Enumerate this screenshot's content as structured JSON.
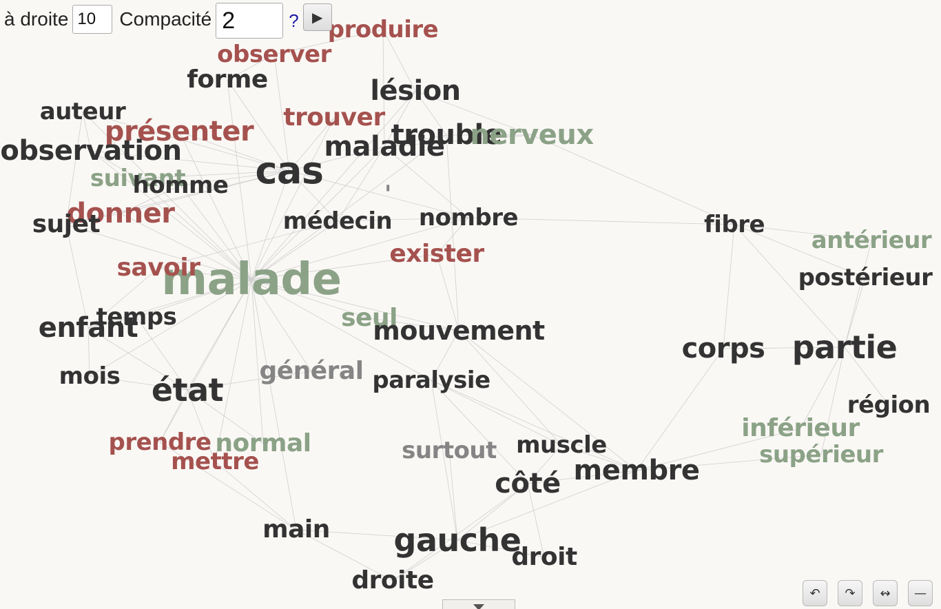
{
  "toolbar": {
    "right_label": "à droite",
    "right_value": "10",
    "compactness_label": "Compacité",
    "compactness_value": "2",
    "help_label": "?",
    "play_label": "▶"
  },
  "colors": {
    "noun": "#333333",
    "verb": "#a5524f",
    "adjective": "#8ba287",
    "adverb": "#858585",
    "edge": "#cfcfcf"
  },
  "words": [
    {
      "text": "malade",
      "size": 64,
      "pos": "adjective"
    },
    {
      "text": "cas",
      "size": 54,
      "pos": "noun"
    },
    {
      "text": "maladie",
      "size": 40,
      "pos": "noun"
    },
    {
      "text": "lésion",
      "size": 40,
      "pos": "noun"
    },
    {
      "text": "trouble",
      "size": 40,
      "pos": "noun"
    },
    {
      "text": "nerveux",
      "size": 40,
      "pos": "adjective"
    },
    {
      "text": "produire",
      "size": 34,
      "pos": "verb"
    },
    {
      "text": "observer",
      "size": 34,
      "pos": "verb"
    },
    {
      "text": "forme",
      "size": 36,
      "pos": "noun"
    },
    {
      "text": "auteur",
      "size": 34,
      "pos": "noun"
    },
    {
      "text": "présenter",
      "size": 40,
      "pos": "verb"
    },
    {
      "text": "trouver",
      "size": 36,
      "pos": "verb"
    },
    {
      "text": "observation",
      "size": 40,
      "pos": "noun"
    },
    {
      "text": "suivant",
      "size": 34,
      "pos": "adjective"
    },
    {
      "text": "homme",
      "size": 34,
      "pos": "noun"
    },
    {
      "text": "donner",
      "size": 40,
      "pos": "verb"
    },
    {
      "text": "sujet",
      "size": 36,
      "pos": "noun"
    },
    {
      "text": "médecin",
      "size": 34,
      "pos": "noun"
    },
    {
      "text": "nombre",
      "size": 34,
      "pos": "noun"
    },
    {
      "text": "'",
      "size": 34,
      "pos": "adverb"
    },
    {
      "text": "fibre",
      "size": 34,
      "pos": "noun"
    },
    {
      "text": "antérieur",
      "size": 34,
      "pos": "adjective"
    },
    {
      "text": "postérieur",
      "size": 34,
      "pos": "noun"
    },
    {
      "text": "exister",
      "size": 36,
      "pos": "verb"
    },
    {
      "text": "savoir",
      "size": 36,
      "pos": "verb"
    },
    {
      "text": "temps",
      "size": 34,
      "pos": "noun"
    },
    {
      "text": "enfant",
      "size": 40,
      "pos": "noun"
    },
    {
      "text": "seul",
      "size": 36,
      "pos": "adjective"
    },
    {
      "text": "mouvement",
      "size": 38,
      "pos": "noun"
    },
    {
      "text": "corps",
      "size": 40,
      "pos": "noun"
    },
    {
      "text": "partie",
      "size": 46,
      "pos": "noun"
    },
    {
      "text": "mois",
      "size": 34,
      "pos": "noun"
    },
    {
      "text": "état",
      "size": 46,
      "pos": "noun"
    },
    {
      "text": "général",
      "size": 36,
      "pos": "adverb"
    },
    {
      "text": "paralysie",
      "size": 34,
      "pos": "noun"
    },
    {
      "text": "région",
      "size": 34,
      "pos": "noun"
    },
    {
      "text": "inférieur",
      "size": 36,
      "pos": "adjective"
    },
    {
      "text": "supérieur",
      "size": 34,
      "pos": "adjective"
    },
    {
      "text": "prendre",
      "size": 34,
      "pos": "verb"
    },
    {
      "text": "normal",
      "size": 36,
      "pos": "adjective"
    },
    {
      "text": "mettre",
      "size": 34,
      "pos": "verb"
    },
    {
      "text": "surtout",
      "size": 34,
      "pos": "adverb"
    },
    {
      "text": "muscle",
      "size": 34,
      "pos": "noun"
    },
    {
      "text": "membre",
      "size": 40,
      "pos": "noun"
    },
    {
      "text": "côté",
      "size": 40,
      "pos": "noun"
    },
    {
      "text": "main",
      "size": 36,
      "pos": "noun"
    },
    {
      "text": "gauche",
      "size": 46,
      "pos": "noun"
    },
    {
      "text": "droit",
      "size": 36,
      "pos": "noun"
    },
    {
      "text": "droite",
      "size": 36,
      "pos": "noun"
    }
  ],
  "edges": [
    [
      "malade",
      "cas"
    ],
    [
      "malade",
      "maladie"
    ],
    [
      "malade",
      "médecin"
    ],
    [
      "malade",
      "homme"
    ],
    [
      "malade",
      "donner"
    ],
    [
      "malade",
      "sujet"
    ],
    [
      "malade",
      "savoir"
    ],
    [
      "malade",
      "enfant"
    ],
    [
      "malade",
      "état"
    ],
    [
      "malade",
      "mouvement"
    ],
    [
      "malade",
      "paralysie"
    ],
    [
      "malade",
      "observation"
    ],
    [
      "malade",
      "présenter"
    ],
    [
      "malade",
      "forme"
    ],
    [
      "malade",
      "auteur"
    ],
    [
      "malade",
      "trouver"
    ],
    [
      "malade",
      "temps"
    ],
    [
      "malade",
      "mois"
    ],
    [
      "malade",
      "prendre"
    ],
    [
      "malade",
      "main"
    ],
    [
      "malade",
      "général"
    ],
    [
      "malade",
      "nombre"
    ],
    [
      "malade",
      "lésion"
    ],
    [
      "malade",
      "trouble"
    ],
    [
      "malade",
      "exister"
    ],
    [
      "malade",
      "seul"
    ],
    [
      "malade",
      "normal"
    ],
    [
      "malade",
      "mettre"
    ],
    [
      "malade",
      "suivant"
    ],
    [
      "cas",
      "observation"
    ],
    [
      "cas",
      "présenter"
    ],
    [
      "cas",
      "maladie"
    ],
    [
      "cas",
      "auteur"
    ],
    [
      "cas",
      "forme"
    ],
    [
      "cas",
      "observer"
    ],
    [
      "cas",
      "trouver"
    ],
    [
      "cas",
      "médecin"
    ],
    [
      "cas",
      "homme"
    ],
    [
      "cas",
      "sujet"
    ],
    [
      "cas",
      "nombre"
    ],
    [
      "cas",
      "donner"
    ],
    [
      "cas",
      "suivant"
    ],
    [
      "maladie",
      "nerveux"
    ],
    [
      "maladie",
      "trouble"
    ],
    [
      "maladie",
      "lésion"
    ],
    [
      "maladie",
      "produire"
    ],
    [
      "maladie",
      "médecin"
    ],
    [
      "maladie",
      "nombre"
    ],
    [
      "trouble",
      "nerveux"
    ],
    [
      "trouble",
      "lésion"
    ],
    [
      "trouble",
      "mouvement"
    ],
    [
      "nerveux",
      "fibre"
    ],
    [
      "nerveux",
      "lésion"
    ],
    [
      "fibre",
      "antérieur"
    ],
    [
      "fibre",
      "postérieur"
    ],
    [
      "fibre",
      "corps"
    ],
    [
      "fibre",
      "partie"
    ],
    [
      "fibre",
      "nombre"
    ],
    [
      "postérieur",
      "partie"
    ],
    [
      "antérieur",
      "partie"
    ],
    [
      "partie",
      "région"
    ],
    [
      "partie",
      "inférieur"
    ],
    [
      "partie",
      "supérieur"
    ],
    [
      "partie",
      "corps"
    ],
    [
      "inférieur",
      "membre"
    ],
    [
      "supérieur",
      "membre"
    ],
    [
      "membre",
      "muscle"
    ],
    [
      "membre",
      "côté"
    ],
    [
      "membre",
      "mouvement"
    ],
    [
      "membre",
      "paralysie"
    ],
    [
      "membre",
      "corps"
    ],
    [
      "côté",
      "gauche"
    ],
    [
      "côté",
      "droit"
    ],
    [
      "côté",
      "droite"
    ],
    [
      "côté",
      "muscle"
    ],
    [
      "côté",
      "paralysie"
    ],
    [
      "gauche",
      "droit"
    ],
    [
      "gauche",
      "droite"
    ],
    [
      "gauche",
      "main"
    ],
    [
      "gauche",
      "surtout"
    ],
    [
      "gauche",
      "paralysie"
    ],
    [
      "gauche",
      "membre"
    ],
    [
      "paralysie",
      "mouvement"
    ],
    [
      "paralysie",
      "muscle"
    ],
    [
      "mouvement",
      "seul"
    ],
    [
      "mouvement",
      "exister"
    ],
    [
      "mouvement",
      "muscle"
    ],
    [
      "état",
      "général"
    ],
    [
      "état",
      "normal"
    ],
    [
      "état",
      "prendre"
    ],
    [
      "état",
      "mettre"
    ],
    [
      "état",
      "mois"
    ],
    [
      "état",
      "enfant"
    ],
    [
      "état",
      "temps"
    ],
    [
      "enfant",
      "temps"
    ],
    [
      "enfant",
      "mois"
    ],
    [
      "enfant",
      "sujet"
    ],
    [
      "enfant",
      "savoir"
    ],
    [
      "main",
      "droite"
    ],
    [
      "main",
      "mettre"
    ],
    [
      "main",
      "prendre"
    ],
    [
      "sujet",
      "donner"
    ],
    [
      "sujet",
      "auteur"
    ],
    [
      "observation",
      "auteur"
    ],
    [
      "observation",
      "suivant"
    ],
    [
      "homme",
      "suivant"
    ],
    [
      "homme",
      "donner"
    ],
    [
      "nombre",
      "exister"
    ],
    [
      "nombre",
      "médecin"
    ],
    [
      "forme",
      "observer"
    ],
    [
      "observer",
      "produire"
    ],
    [
      "lésion",
      "produire"
    ],
    [
      "médecin",
      "savoir"
    ]
  ]
}
